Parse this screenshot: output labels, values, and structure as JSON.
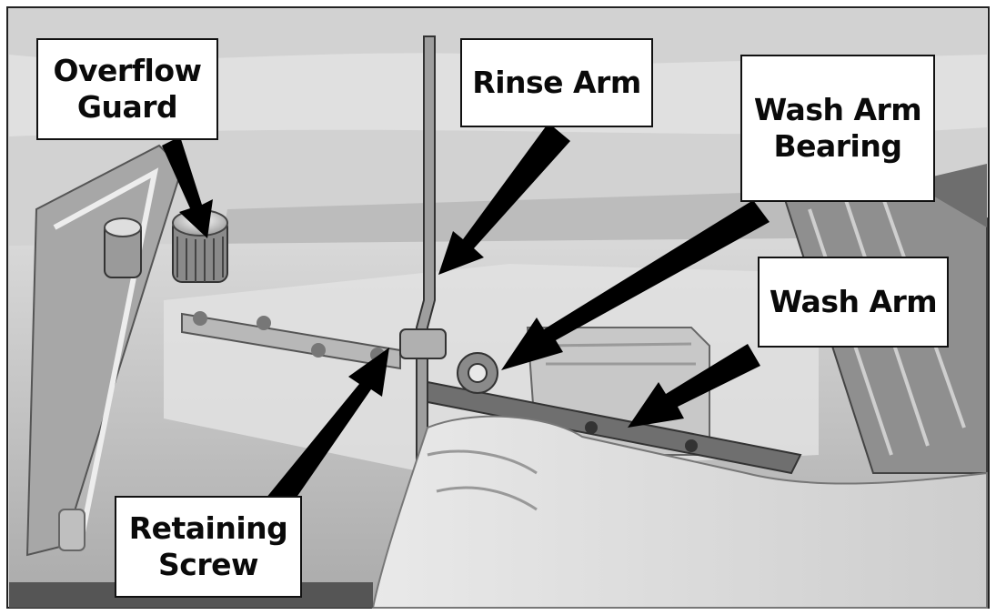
{
  "colors": {
    "background": "#ffffff",
    "photo_dark": "#3a3a3a",
    "photo_mid": "#9a9a9a",
    "photo_light": "#d8d8d8",
    "arrow": "#000000",
    "label_border": "#111111"
  },
  "labels": {
    "overflow_guard": "Overflow\nGuard",
    "rinse_arm": "Rinse Arm",
    "wash_arm_bearing": "Wash Arm\nBearing",
    "wash_arm": "Wash Arm",
    "retaining_screw": "Retaining\nScrew"
  }
}
